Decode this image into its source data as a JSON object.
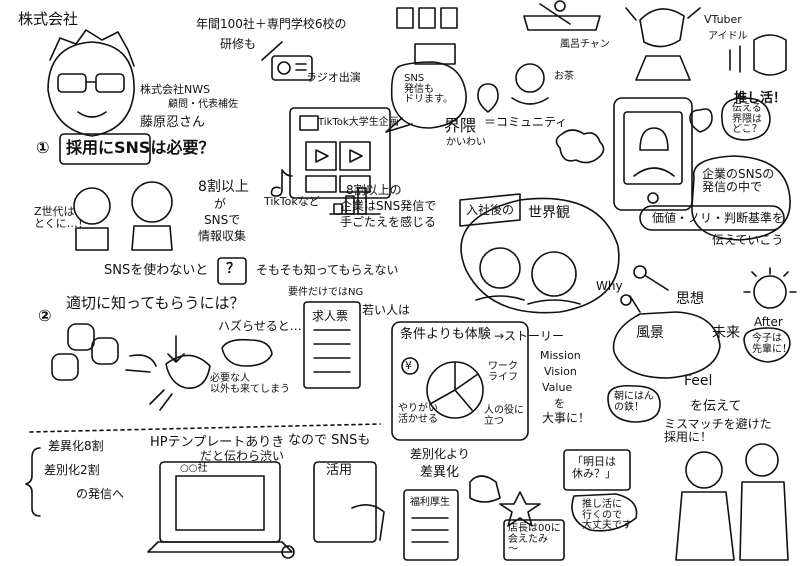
{
  "speaker": {
    "kanji": "株式会社",
    "company": "株式会社NWS",
    "role": "顧問・代表",
    "role2": "補佐",
    "name": "藤原忍さん"
  },
  "intro": {
    "line1": "年間100社＋専門学校6校の",
    "line2": "研修も"
  },
  "radio": "ラジオ出演",
  "sns_bubble": "SNS\n発信も\nドリます。",
  "tiktok_top": "TikTok大学生企画",
  "community": {
    "kanji": "界隈",
    "reading": "かいわい",
    "eq": "＝コミュニティ"
  },
  "top_labels": {
    "furo": "風呂チャン",
    "ocha": "お茶",
    "vtuber": "VTuber",
    "idol": "アイドル",
    "oshi": "推し活！"
  },
  "phone_bubble": "伝える\n界隈は\nどこ？",
  "q1": {
    "num": "①",
    "text": "採用にSNSは必要？"
  },
  "z_gen": "Z世代は\nとくに…！",
  "stat1": {
    "line1": "8割以上",
    "line2": "が",
    "line3": "SNSで",
    "line4": "情報収集"
  },
  "tiktok_nado": "TikTokなど",
  "stat2": {
    "line1": "8割以上の",
    "line2": "企業はSNS発信で",
    "line3": "手ごたえを感じる"
  },
  "nyusha": "入社後の",
  "sekaikan": "世界観",
  "right_bubble": "企業のSNSの\n発信の中で",
  "value_words": "価値・ノリ・判断基準を",
  "tsutae": "伝えていこう",
  "no_sns": {
    "line1": "SNSを使わないと",
    "q": "？",
    "line2": "そもそも知ってもらえない"
  },
  "q2": {
    "num": "②",
    "text": "適切に知ってもらうには？"
  },
  "youken": "要件だけではNG",
  "kyujin": "求人票",
  "hazure": "ハズらせると…",
  "fuyou": "必要な人\n以外も来てしまう",
  "wakamono": "若い人は",
  "jouken": "条件よりも体験",
  "story": "→ストーリー",
  "pie_labels": {
    "work": "ワーク\nライフ",
    "yarigai": "やりがい\n活かせる",
    "hito": "人の役に\n立つ"
  },
  "yen": "¥",
  "mvv": {
    "m": "Mission",
    "v": "Vision",
    "va": "Value",
    "wo": "を",
    "daiji": "大事に！"
  },
  "why": "Why",
  "shiso": "思想",
  "fukei": "風景",
  "mirai": "未来",
  "feel": "Feel",
  "after": "After",
  "kyou": "今子は\n先輩に！",
  "asa": "朝にはん\nの鉄！",
  "wo_tsutaete": "を伝えて",
  "mismatch": "ミスマッチを避けた\n採用に！",
  "diff": {
    "line1": "差異化8割",
    "line2": "差別化2割",
    "line3": "の発信へ"
  },
  "hp": {
    "line1": "HPテンプレートありき",
    "line2": "だと伝わら渋い",
    "name": "○○社"
  },
  "nanode": "なので SNSも",
  "katsuyou": "活用",
  "sabetsu": "差別化より",
  "saika": "差異化",
  "fukuri": "福利厚生",
  "ashita": "「明日は\n休み？」",
  "oshikatsu_go": "推し活に\n行くので\n大丈夫です",
  "tencho": "店長は00に\n会えたみ\n〜"
}
